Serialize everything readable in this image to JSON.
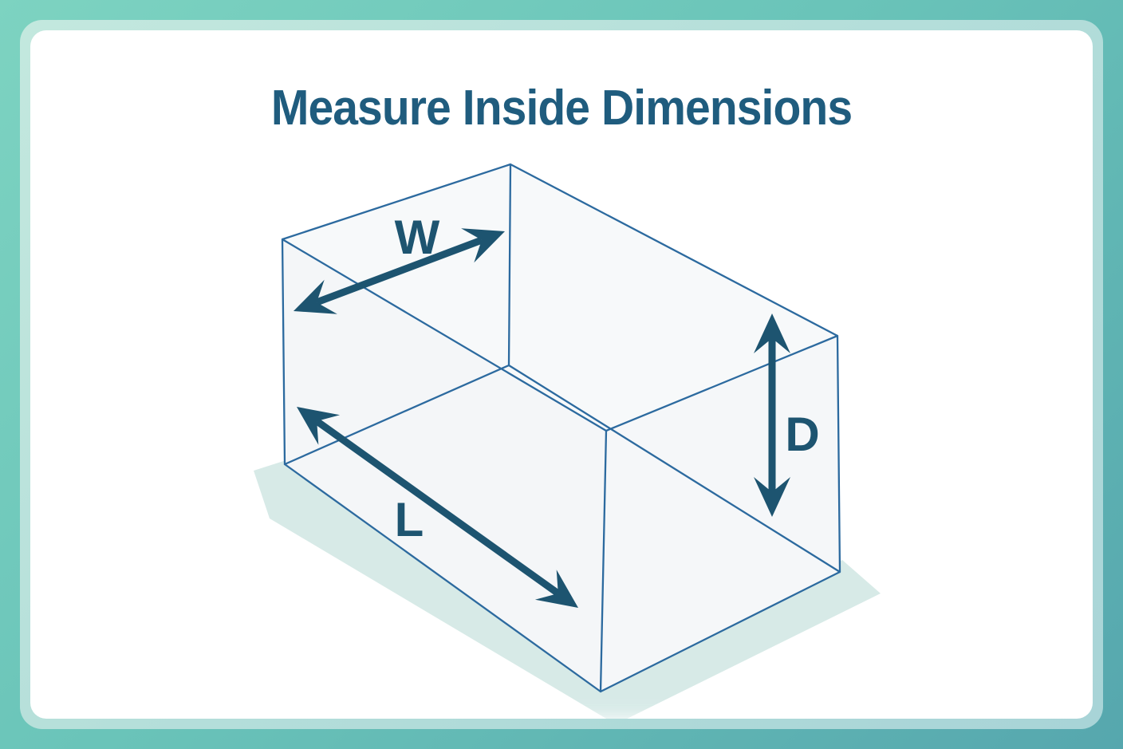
{
  "title": "Measure Inside Dimensions",
  "diagram": {
    "labels": {
      "width": "W",
      "length": "L",
      "depth": "D"
    },
    "icons": {
      "width_arrow": "double-headed-diagonal-arrow",
      "length_arrow": "double-headed-diagonal-arrow",
      "depth_arrow": "double-headed-vertical-arrow"
    }
  },
  "colors": {
    "frame_gradient_start": "#7dd3c1",
    "frame_gradient_end": "#56a7ae",
    "frame_band": "#bce4db",
    "card_background": "#ffffff",
    "title_text": "#1f5c7e",
    "box_outline": "#2c6a9f",
    "arrow_and_labels": "#1d5470",
    "box_face": "#f6f8f9",
    "ground_shadow": "#d3e8e5"
  }
}
